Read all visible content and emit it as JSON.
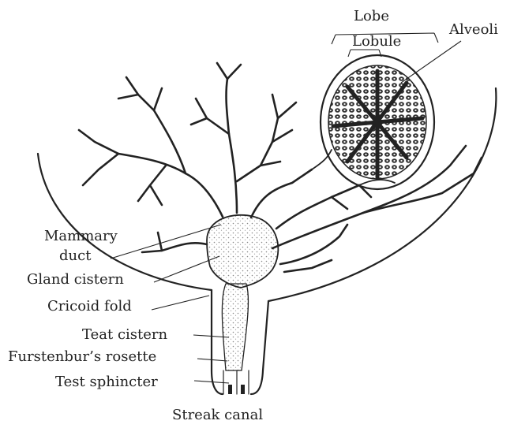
{
  "labels": {
    "lobe": "Lobe",
    "lobule": "Lobule",
    "alveoli": "Alveoli",
    "mammary_line1": "Mammary",
    "mammary_line2": "duct",
    "gland_cistern": "Gland cistern",
    "cricoid_fold": "Cricoid fold",
    "teat_cistern": "Teat cistern",
    "furstenburs_rosette": "Furstenbur’s rosette",
    "test_sphincter": "Test sphincter",
    "streak_canal": "Streak canal"
  },
  "colors": {
    "ink": "#222222",
    "stipple": "#888888",
    "background": "#ffffff"
  }
}
